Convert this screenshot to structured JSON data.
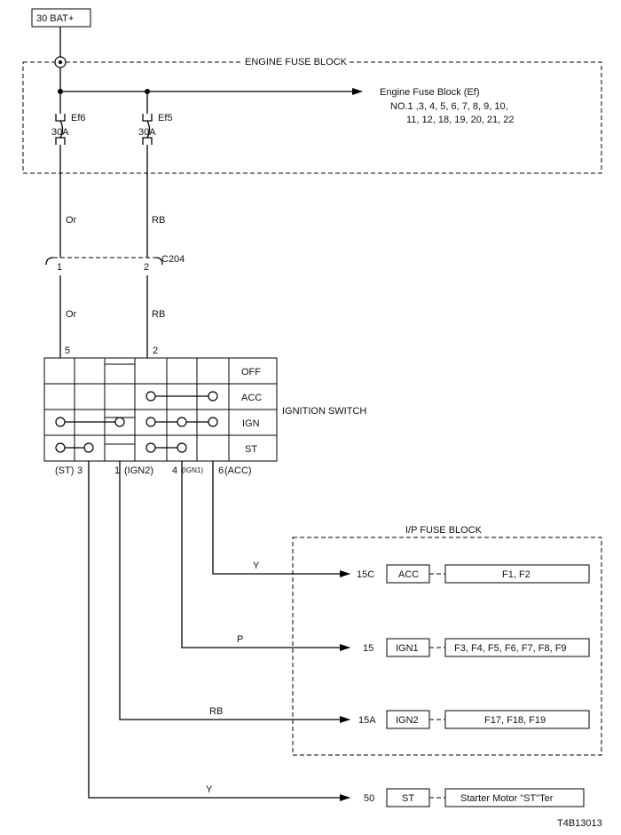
{
  "battery": {
    "label": "30  BAT+"
  },
  "engine_fuse_block": {
    "title": "ENGINE FUSE BLOCK",
    "arrow_title": "Engine Fuse Block (Ef)",
    "arrow_list_1": "NO.1 ,3, 4, 5, 6, 7, 8, 9, 10,",
    "arrow_list_2": "11, 12, 18, 19, 20, 21, 22",
    "fuses": [
      {
        "name": "Ef6",
        "rating": "30A"
      },
      {
        "name": "Ef5",
        "rating": "30A"
      }
    ]
  },
  "wires": {
    "left_upper": "Or",
    "right_upper": "RB",
    "left_lower": "Or",
    "right_lower": "RB"
  },
  "connector": {
    "name": "C204",
    "pin_left": "1",
    "pin_right": "2"
  },
  "ignition_switch": {
    "label": "IGNITION SWITCH",
    "top_pins": [
      "5",
      "2"
    ],
    "positions": [
      "OFF",
      "ACC",
      "IGN",
      "ST"
    ],
    "bottom_pins": [
      {
        "num": "3",
        "prefix": "(ST)",
        "suffix": ""
      },
      {
        "num": "1",
        "prefix": "",
        "suffix": "(IGN2)"
      },
      {
        "num": "4",
        "prefix": "",
        "suffix": "(IGN1)"
      },
      {
        "num": "6",
        "prefix": "",
        "suffix": "(ACC)"
      }
    ]
  },
  "ip_fuse_block": {
    "title": "I/P FUSE BLOCK",
    "rows": [
      {
        "wire": "Y",
        "pin": "15C",
        "circuit": "ACC",
        "fuses": "F1, F2"
      },
      {
        "wire": "P",
        "pin": "15",
        "circuit": "IGN1",
        "fuses": "F3, F4, F5, F6, F7, F8, F9"
      },
      {
        "wire": "RB",
        "pin": "15A",
        "circuit": "IGN2",
        "fuses": "F17, F18, F19"
      }
    ]
  },
  "starter": {
    "wire": "Y",
    "pin": "50",
    "circuit": "ST",
    "target": "Starter Motor \"ST\"Ter"
  },
  "figure_id": "T4B13013"
}
